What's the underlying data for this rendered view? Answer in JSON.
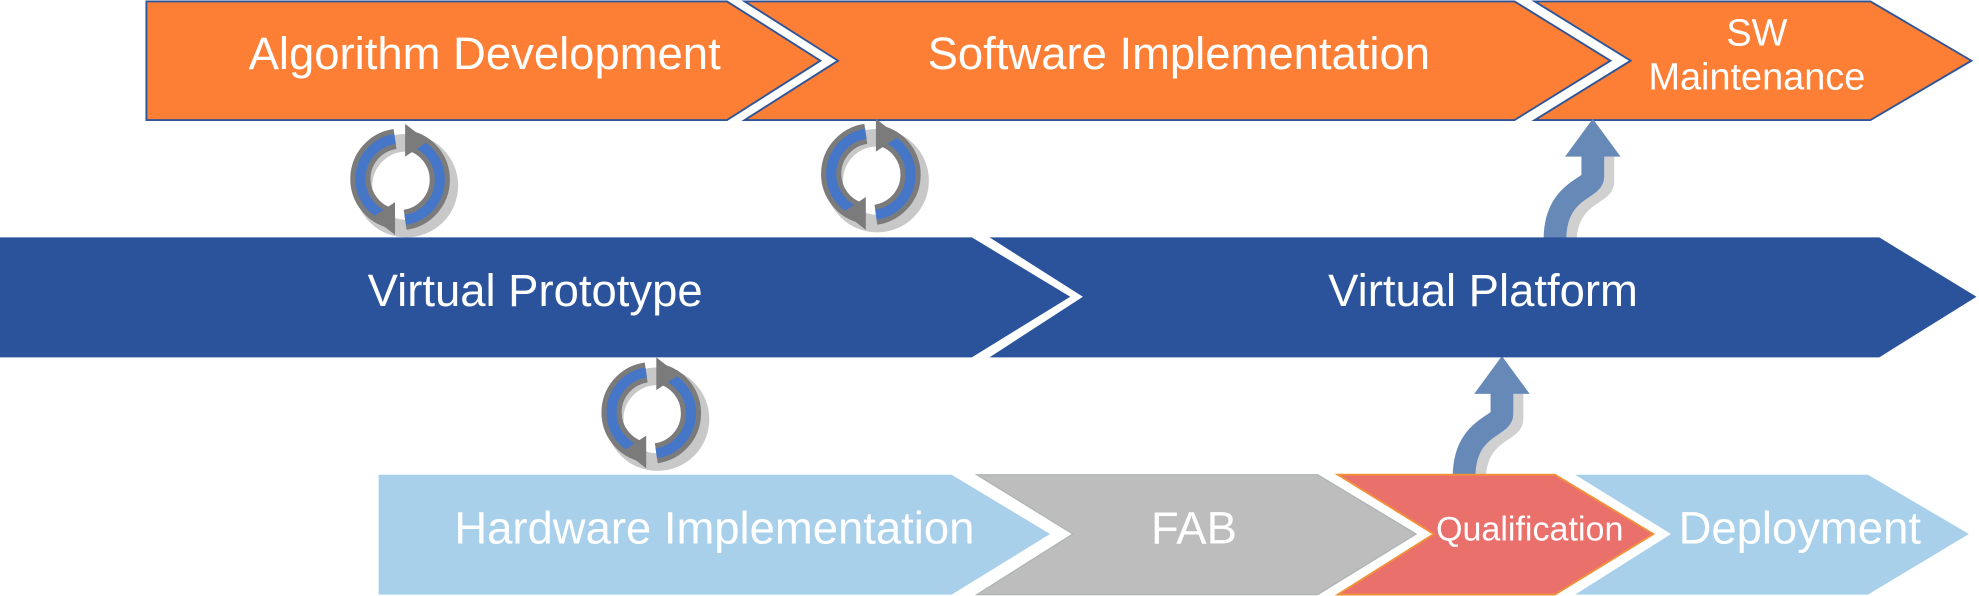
{
  "diagram": {
    "top_row": [
      {
        "label": "Algorithm Development",
        "color": "#FD7F36"
      },
      {
        "label": "Software Implementation",
        "color": "#FD7F36"
      },
      {
        "label_line1": "SW",
        "label_line2": "Maintenance",
        "color": "#FD7F36"
      }
    ],
    "middle_row": [
      {
        "label": "Virtual Prototype",
        "color": "#2A539C"
      },
      {
        "label": "Virtual Platform",
        "color": "#2A539C"
      }
    ],
    "bottom_row": [
      {
        "label": "Hardware Implementation",
        "color": "#A9D0EB"
      },
      {
        "label": "FAB",
        "color": "#BDBDBD"
      },
      {
        "label": "Qualification",
        "color": "#EA706C"
      },
      {
        "label": "Deployment",
        "color": "#A9D0EB"
      }
    ],
    "icons": {
      "cycle": "refresh-cycle-icon",
      "arrow": "curved-up-arrow-icon"
    }
  }
}
